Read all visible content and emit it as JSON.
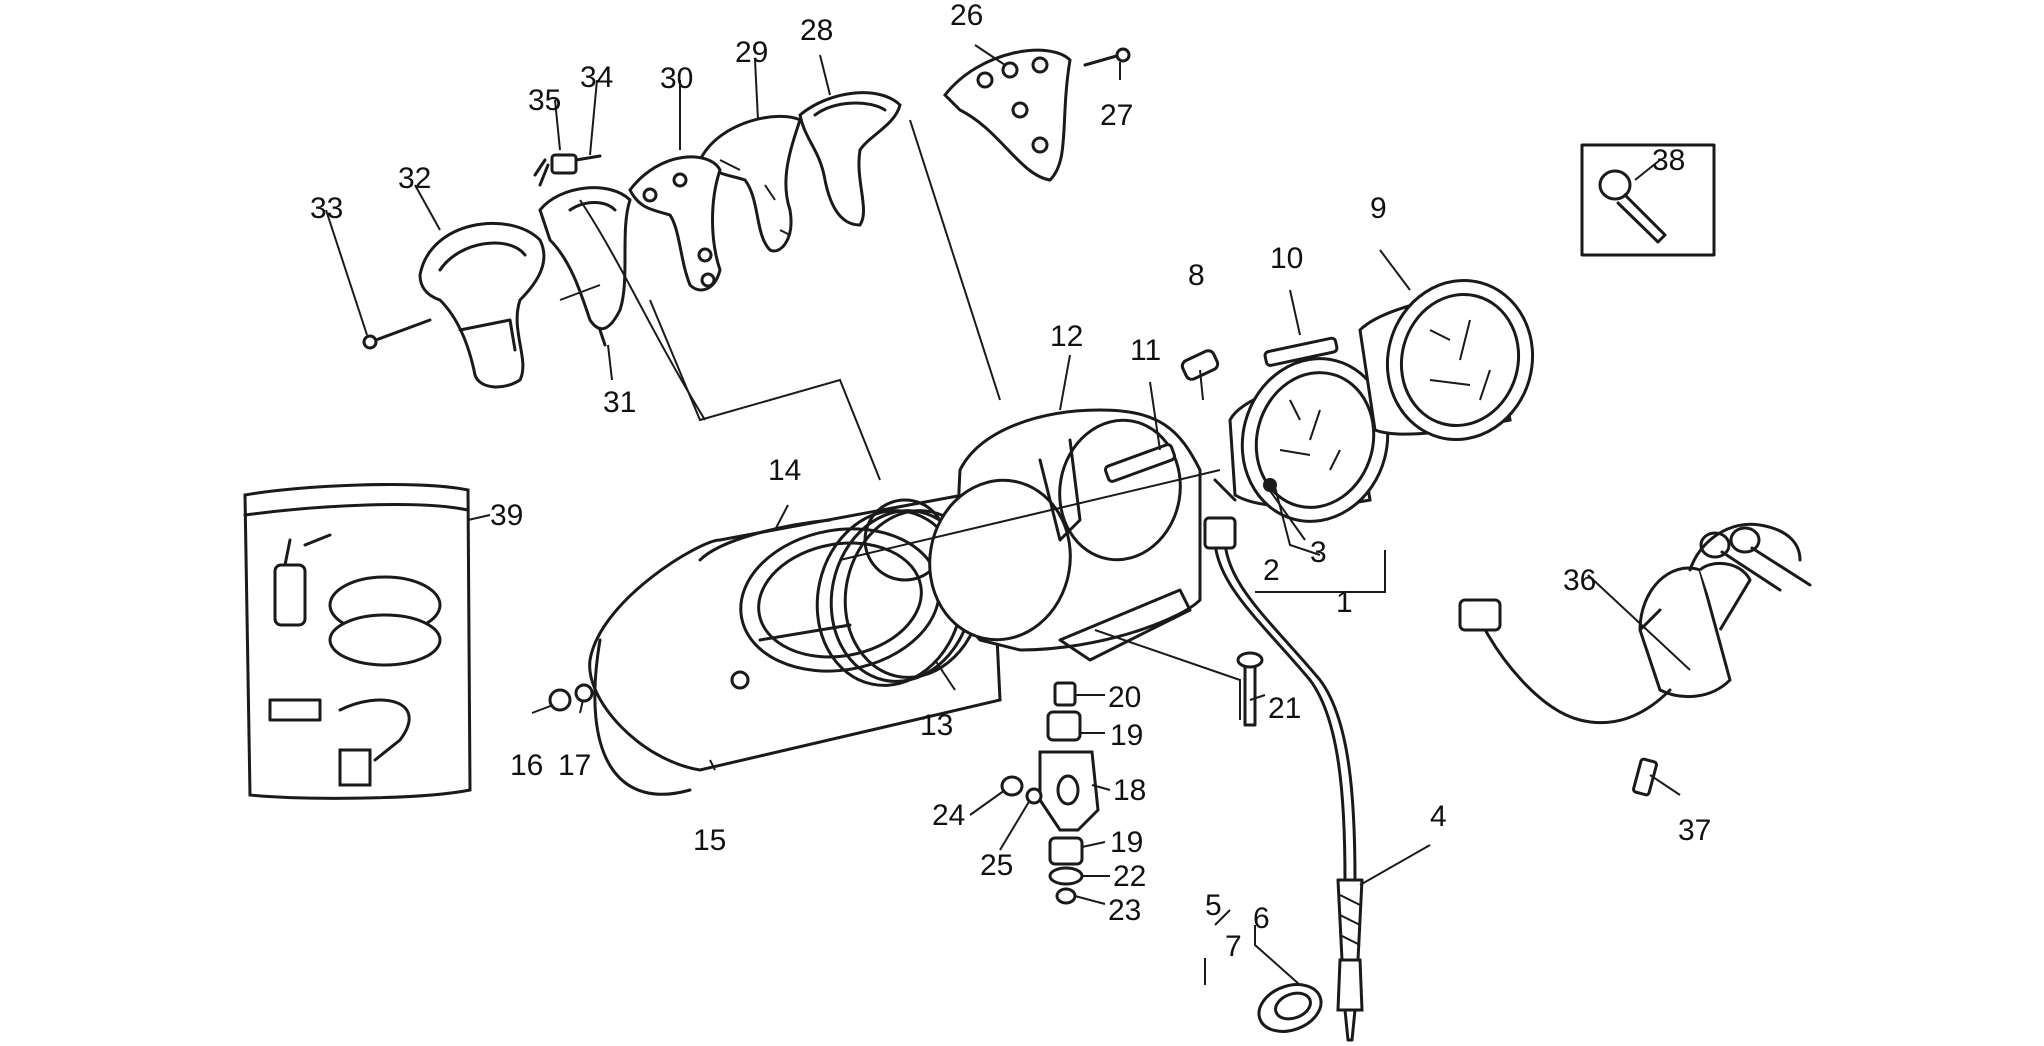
{
  "colors": {
    "line": "#1a1a1a",
    "background": "#ffffff"
  },
  "callouts": [
    {
      "id": "c1",
      "label": "1"
    },
    {
      "id": "c2",
      "label": "2"
    },
    {
      "id": "c3",
      "label": "3"
    },
    {
      "id": "c4",
      "label": "4"
    },
    {
      "id": "c5",
      "label": "5"
    },
    {
      "id": "c6",
      "label": "6"
    },
    {
      "id": "c7",
      "label": "7"
    },
    {
      "id": "c8",
      "label": "8"
    },
    {
      "id": "c9",
      "label": "9"
    },
    {
      "id": "c10",
      "label": "10"
    },
    {
      "id": "c11",
      "label": "11"
    },
    {
      "id": "c12",
      "label": "12"
    },
    {
      "id": "c13",
      "label": "13"
    },
    {
      "id": "c14",
      "label": "14"
    },
    {
      "id": "c15",
      "label": "15"
    },
    {
      "id": "c16",
      "label": "16"
    },
    {
      "id": "c17",
      "label": "17"
    },
    {
      "id": "c18",
      "label": "18"
    },
    {
      "id": "c19a",
      "label": "19"
    },
    {
      "id": "c19b",
      "label": "19"
    },
    {
      "id": "c20",
      "label": "20"
    },
    {
      "id": "c21",
      "label": "21"
    },
    {
      "id": "c22",
      "label": "22"
    },
    {
      "id": "c23",
      "label": "23"
    },
    {
      "id": "c24",
      "label": "24"
    },
    {
      "id": "c25",
      "label": "25"
    },
    {
      "id": "c26",
      "label": "26"
    },
    {
      "id": "c27",
      "label": "27"
    },
    {
      "id": "c28",
      "label": "28"
    },
    {
      "id": "c29",
      "label": "29"
    },
    {
      "id": "c30",
      "label": "30"
    },
    {
      "id": "c31",
      "label": "31"
    },
    {
      "id": "c32",
      "label": "32"
    },
    {
      "id": "c33",
      "label": "33"
    },
    {
      "id": "c34",
      "label": "34"
    },
    {
      "id": "c35",
      "label": "35"
    },
    {
      "id": "c36",
      "label": "36"
    },
    {
      "id": "c37",
      "label": "37"
    },
    {
      "id": "c38",
      "label": "38"
    },
    {
      "id": "c39",
      "label": "39"
    }
  ]
}
